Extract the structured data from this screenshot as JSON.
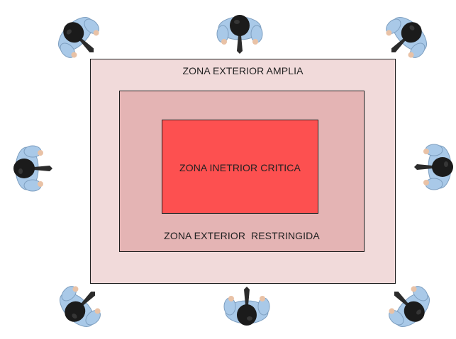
{
  "zones": {
    "outer": {
      "label": "ZONA EXTERIOR AMPLIA",
      "color": "#f1dada"
    },
    "middle": {
      "label": "ZONA EXTERIOR  RESTRINGIDA",
      "color": "#e4b4b4"
    },
    "inner": {
      "label": "ZONA INETRIOR CRITICA",
      "color": "#fd5050"
    }
  },
  "people": [
    {
      "id": "top-left",
      "facing": "south-east"
    },
    {
      "id": "top-center",
      "facing": "south"
    },
    {
      "id": "top-right",
      "facing": "south-west"
    },
    {
      "id": "middle-left",
      "facing": "east"
    },
    {
      "id": "middle-right",
      "facing": "west"
    },
    {
      "id": "bottom-left",
      "facing": "north-east"
    },
    {
      "id": "bottom-center",
      "facing": "north"
    },
    {
      "id": "bottom-right",
      "facing": "north-west"
    }
  ],
  "colors": {
    "shirt": "#a9c9e8",
    "hair": "#1b1b1b",
    "tie": "#2b2b2b",
    "skin": "#e9c2a6",
    "border": "#1f1f1f"
  }
}
